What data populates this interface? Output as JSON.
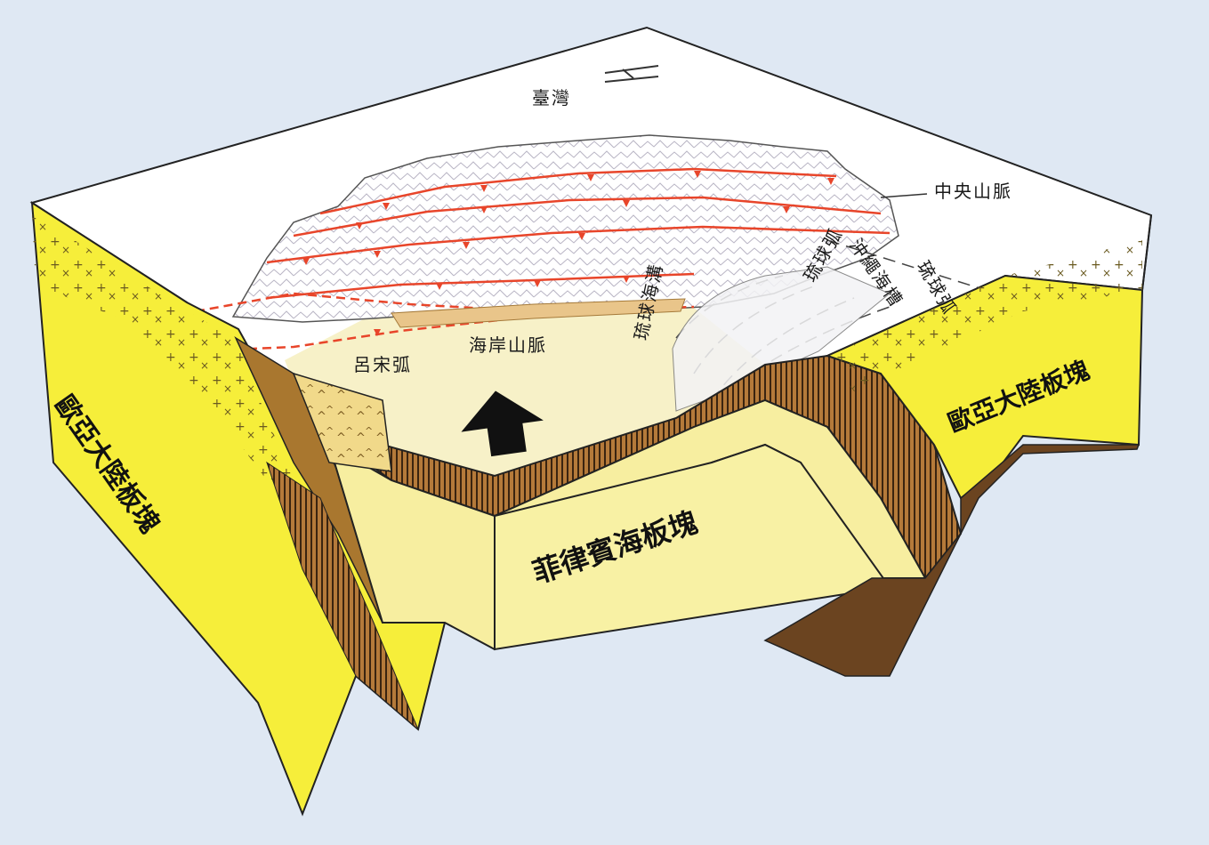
{
  "colors": {
    "background": "#dfe8f3",
    "crust_yellow": "#f6ee3a",
    "crust_pale": "#f8f1a4",
    "sea_top": "#f7f1c8",
    "brown_layer": "#8a5a2b",
    "land_white": "#ffffff",
    "thrust_red": "#e8452a",
    "arrow": "#111111"
  },
  "icons": {
    "north_arrow": "north-arrow-icon",
    "motion_arrow": "thick-up-arrow-icon"
  },
  "labels": {
    "taiwan": "臺灣",
    "central_range": "中央山脈",
    "ryukyu_arc_upper": "琉球弧",
    "okinawa_trough": "沖繩海槽",
    "ryukyu_arc": "琉球弧",
    "ryukyu_trench": "琉球海溝",
    "coastal_range": "海岸山脈",
    "luzon_arc": "呂宋弧",
    "eurasian_plate_left": "歐亞大陸板塊",
    "eurasian_plate_right": "歐亞大陸板塊",
    "philippine_sea_plate": "菲律賓海板塊"
  }
}
